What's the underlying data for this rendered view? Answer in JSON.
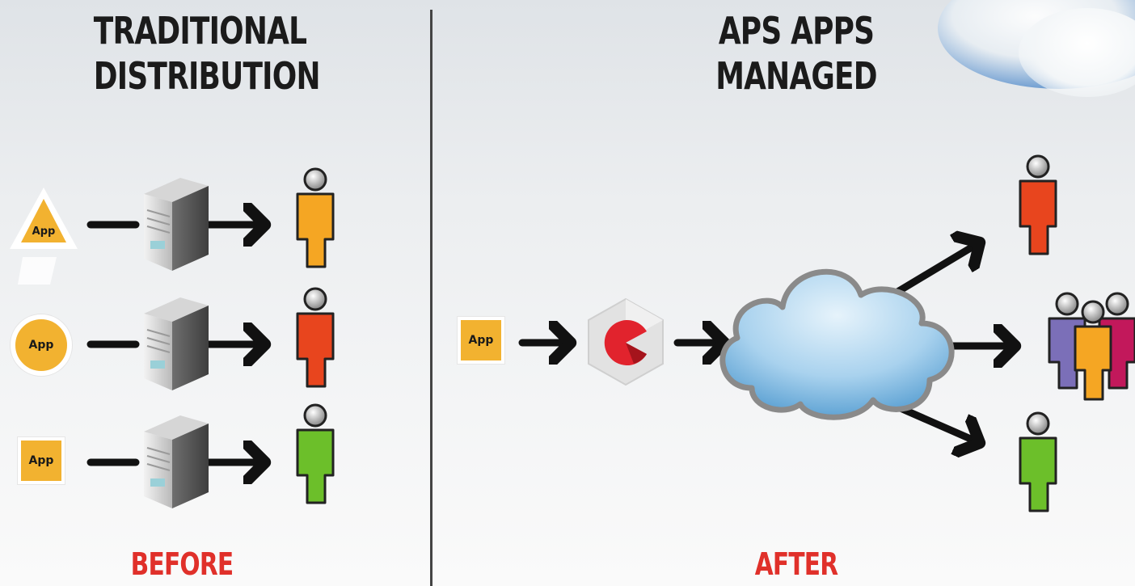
{
  "left_panel": {
    "title_line1": "TRADITIONAL",
    "title_line2": "DISTRIBUTION",
    "footer": "BEFORE",
    "rows": [
      {
        "app_label": "App",
        "app_shape": "triangle",
        "user_color": "#f5a623"
      },
      {
        "app_label": "App",
        "app_shape": "circle",
        "user_color": "#e8451e"
      },
      {
        "app_label": "App",
        "app_shape": "square",
        "user_color": "#6cbf2a"
      }
    ]
  },
  "right_panel": {
    "title_line1": "APS APPS",
    "title_line2": "MANAGED",
    "footer": "AFTER",
    "app_label": "App",
    "users": [
      {
        "name": "single-user-top",
        "color": "#e8451e"
      },
      {
        "name": "user-group",
        "colors": [
          "#7b6fb8",
          "#f5a623",
          "#c2185b"
        ]
      },
      {
        "name": "single-user-bottom",
        "color": "#6cbf2a"
      }
    ]
  },
  "colors": {
    "app_accent": "#f2b230",
    "label_red": "#e0302a",
    "cloud_fill": "#9fcbe8",
    "cloud_stroke": "#8a8a8a",
    "arrow": "#111111"
  }
}
